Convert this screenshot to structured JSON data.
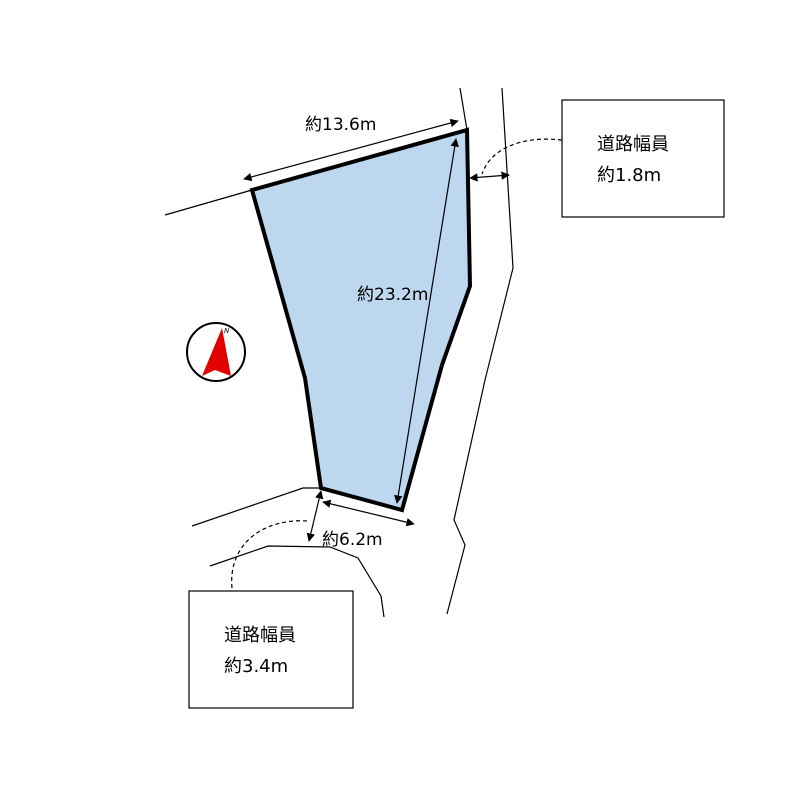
{
  "colors": {
    "lot_fill": "#bdd7ee",
    "lot_stroke": "#000000",
    "north_arrow": "#e00000"
  },
  "dimensions": {
    "top_width": "約13.6m",
    "length": "約23.2m",
    "bottom_width": "約6.2m"
  },
  "road_east": {
    "title": "道路幅員",
    "width": "約1.8m"
  },
  "road_south": {
    "title": "道路幅員",
    "width": "約3.4m"
  },
  "compass": {
    "letter": "N",
    "icon": "north-arrow-icon"
  }
}
